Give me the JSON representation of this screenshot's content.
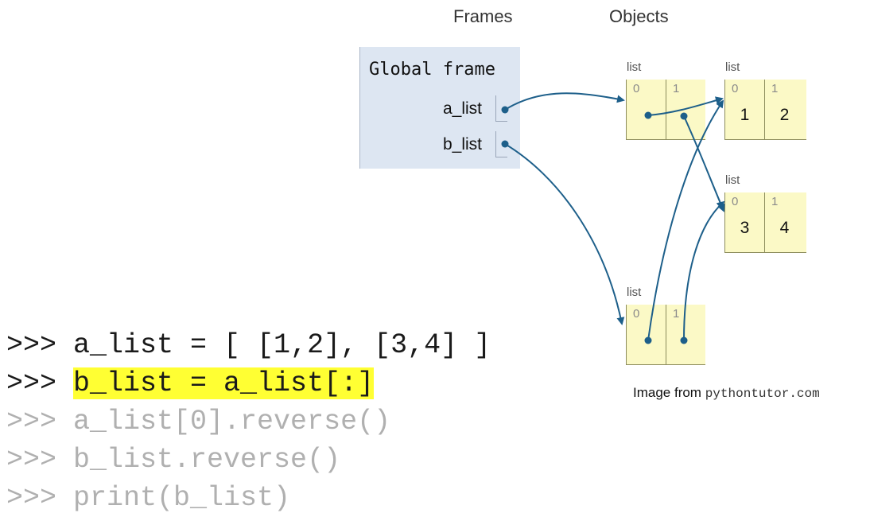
{
  "headers": {
    "frames": "Frames",
    "objects": "Objects"
  },
  "frame": {
    "title": "Global frame",
    "vars": [
      {
        "name": "a_list"
      },
      {
        "name": "b_list"
      }
    ]
  },
  "objects": {
    "type_label": "list",
    "lists": [
      {
        "id": "list-a",
        "label": "list",
        "cells": [
          {
            "index": "0",
            "value": ""
          },
          {
            "index": "1",
            "value": ""
          }
        ]
      },
      {
        "id": "list-12",
        "label": "list",
        "cells": [
          {
            "index": "0",
            "value": "1"
          },
          {
            "index": "1",
            "value": "2"
          }
        ]
      },
      {
        "id": "list-34",
        "label": "list",
        "cells": [
          {
            "index": "0",
            "value": "3"
          },
          {
            "index": "1",
            "value": "4"
          }
        ]
      },
      {
        "id": "list-b",
        "label": "list",
        "cells": [
          {
            "index": "0",
            "value": ""
          },
          {
            "index": "1",
            "value": ""
          }
        ]
      }
    ]
  },
  "code": {
    "prompt": ">>> ",
    "lines": [
      {
        "text": "a_list = [ [1,2], [3,4] ]",
        "state": "active"
      },
      {
        "text": "b_list = a_list[:]",
        "state": "highlighted"
      },
      {
        "text": "a_list[0].reverse()",
        "state": "inactive"
      },
      {
        "text": "b_list.reverse()",
        "state": "inactive"
      },
      {
        "text": "print(b_list)",
        "state": "inactive"
      }
    ]
  },
  "credit": {
    "text": "Image from ",
    "source": "pythontutor.com"
  },
  "colors": {
    "arrow": "#1d5f8a",
    "object_bg": "#fbf9c6",
    "frame_bg": "#dde6f2",
    "highlight": "#ffff33"
  }
}
